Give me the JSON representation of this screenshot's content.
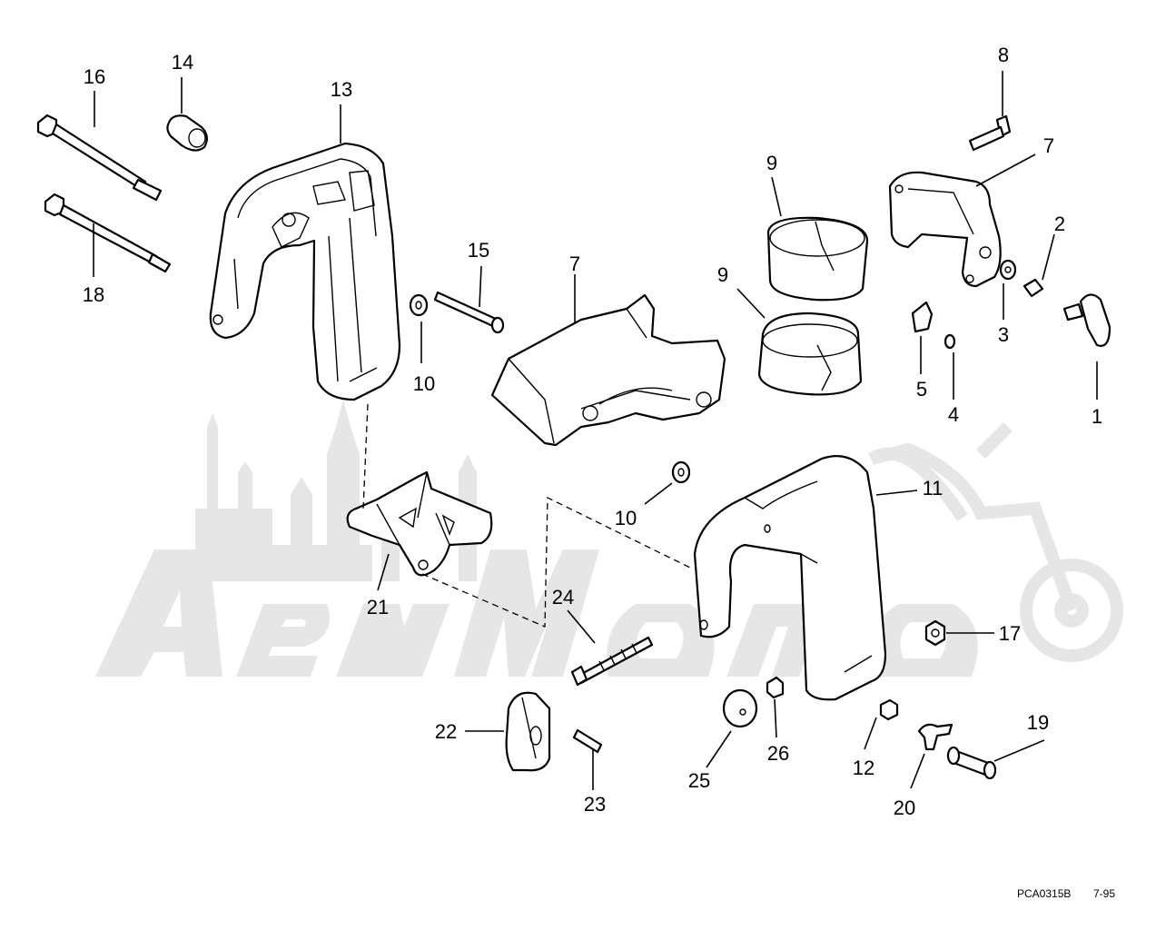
{
  "watermark": {
    "text": "AeMoto"
  },
  "footer": {
    "code": "PCA0315B",
    "date": "7-95"
  },
  "callouts": [
    {
      "id": "c1",
      "label": "1"
    },
    {
      "id": "c2",
      "label": "2"
    },
    {
      "id": "c3",
      "label": "3"
    },
    {
      "id": "c4",
      "label": "4"
    },
    {
      "id": "c5",
      "label": "5"
    },
    {
      "id": "c7a",
      "label": "7"
    },
    {
      "id": "c7b",
      "label": "7"
    },
    {
      "id": "c8",
      "label": "8"
    },
    {
      "id": "c9a",
      "label": "9"
    },
    {
      "id": "c9b",
      "label": "9"
    },
    {
      "id": "c10a",
      "label": "10"
    },
    {
      "id": "c10b",
      "label": "10"
    },
    {
      "id": "c11",
      "label": "11"
    },
    {
      "id": "c12",
      "label": "12"
    },
    {
      "id": "c13",
      "label": "13"
    },
    {
      "id": "c14",
      "label": "14"
    },
    {
      "id": "c15",
      "label": "15"
    },
    {
      "id": "c16",
      "label": "16"
    },
    {
      "id": "c17",
      "label": "17"
    },
    {
      "id": "c18",
      "label": "18"
    },
    {
      "id": "c19",
      "label": "19"
    },
    {
      "id": "c20",
      "label": "20"
    },
    {
      "id": "c21",
      "label": "21"
    },
    {
      "id": "c22",
      "label": "22"
    },
    {
      "id": "c23",
      "label": "23"
    },
    {
      "id": "c24",
      "label": "24"
    },
    {
      "id": "c25",
      "label": "25"
    },
    {
      "id": "c26",
      "label": "26"
    }
  ]
}
